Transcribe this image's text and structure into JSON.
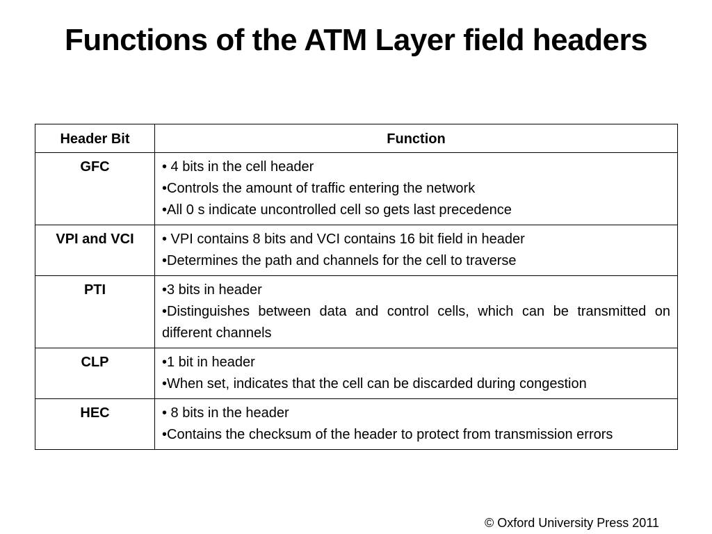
{
  "title": "Functions of the ATM Layer field headers",
  "table": {
    "headers": [
      "Header Bit",
      "Function"
    ],
    "rows": [
      {
        "bit": "GFC",
        "lines": [
          "• 4 bits in the cell header",
          "•Controls the amount of traffic entering the network",
          "•All 0 s indicate uncontrolled cell so gets last precedence"
        ]
      },
      {
        "bit": "VPI and VCI",
        "lines": [
          "• VPI contains 8 bits and VCI contains 16 bit field in header",
          "•Determines the path and channels for the cell to traverse"
        ]
      },
      {
        "bit": "PTI",
        "lines": [
          "•3 bits in header",
          "•Distinguishes between data and control cells, which can be transmitted on different channels"
        ]
      },
      {
        "bit": "CLP",
        "lines": [
          "•1 bit in header",
          "•When set, indicates that the cell can be discarded during congestion"
        ]
      },
      {
        "bit": "HEC",
        "lines": [
          "• 8 bits in the header",
          "•Contains the checksum of the header to protect from transmission errors"
        ]
      }
    ]
  },
  "footer": "© Oxford University Press 2011"
}
